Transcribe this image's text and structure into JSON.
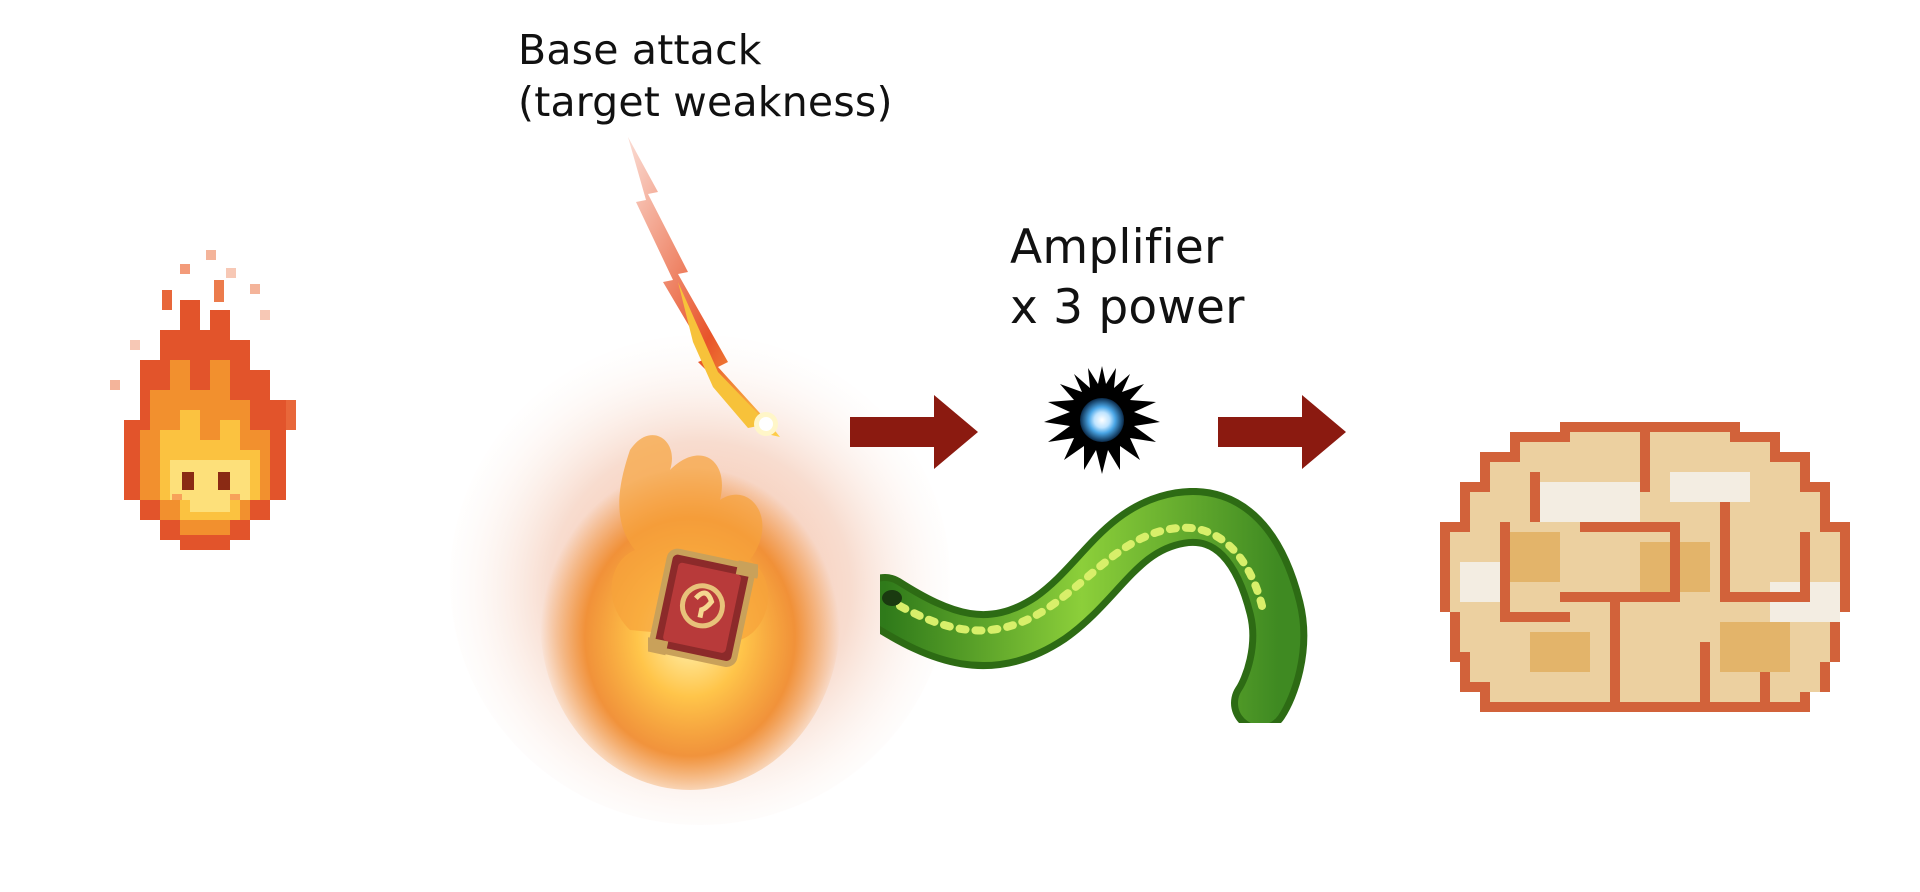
{
  "scene": {
    "base_attack": {
      "line1": "Base attack",
      "line2": "(target weakness)"
    },
    "amplifier": {
      "line1": "Amplifier",
      "line2": "x 3 power"
    }
  },
  "icons": {
    "fire_spirit": "fire-spirit-icon",
    "spell_book": "fire-spellbook-icon",
    "meteor": "meteor-icon",
    "amplifier_orb": "dark-orb-icon",
    "vine": "vine-whip-icon",
    "rock": "rock-boulder-icon",
    "arrow": "arrow-right-icon"
  },
  "colors": {
    "arrow": "#8b1a10",
    "text": "#111111",
    "fire_outer": "#e8542a",
    "fire_inner": "#fcd24a",
    "vine": "#6cb82a",
    "rock_base": "#e9c98e",
    "rock_crack": "#d2623a"
  }
}
